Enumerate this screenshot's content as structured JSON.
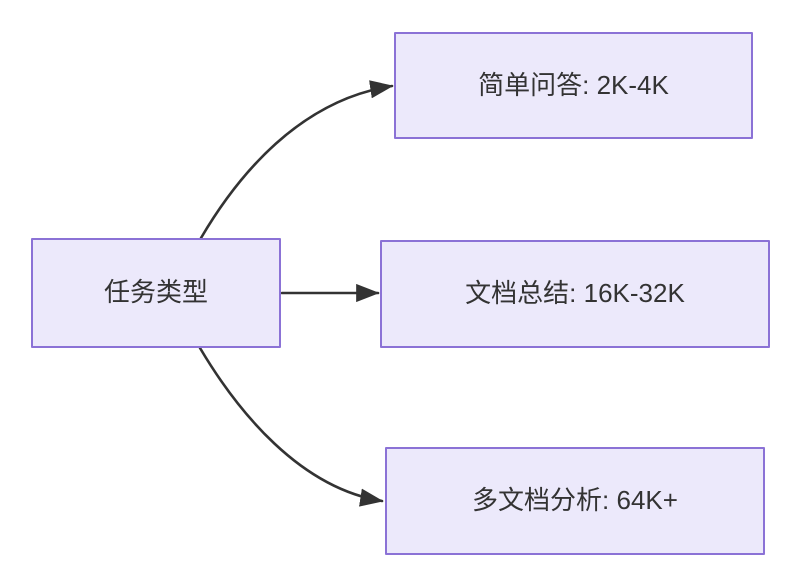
{
  "diagram": {
    "type": "flowchart",
    "direction": "left-to-right",
    "background_color": "#ffffff",
    "node_fill_color": "#ece9fb",
    "node_border_color": "#8b72d6",
    "node_text_color": "#333333",
    "edge_color": "#333333",
    "title": "",
    "root": {
      "id": "task-type",
      "label": "任务类型"
    },
    "branches": [
      {
        "id": "simple-qa",
        "label": "简单问答: 2K-4K",
        "task": "简单问答",
        "range": "2K-4K"
      },
      {
        "id": "doc-summary",
        "label": "文档总结: 16K-32K",
        "task": "文档总结",
        "range": "16K-32K"
      },
      {
        "id": "multi-doc",
        "label": "多文档分析: 64K+",
        "task": "多文档分析",
        "range": "64K+"
      }
    ],
    "edges": [
      {
        "id": "edge-root-to-simple-qa",
        "from": "任务类型",
        "to": "简单问答: 2K-4K",
        "style": "curved-arrow"
      },
      {
        "id": "edge-root-to-doc-summary",
        "from": "任务类型",
        "to": "文档总结: 16K-32K",
        "style": "straight-arrow"
      },
      {
        "id": "edge-root-to-multi-doc",
        "from": "任务类型",
        "to": "多文档分析: 64K+",
        "style": "curved-arrow"
      }
    ]
  }
}
